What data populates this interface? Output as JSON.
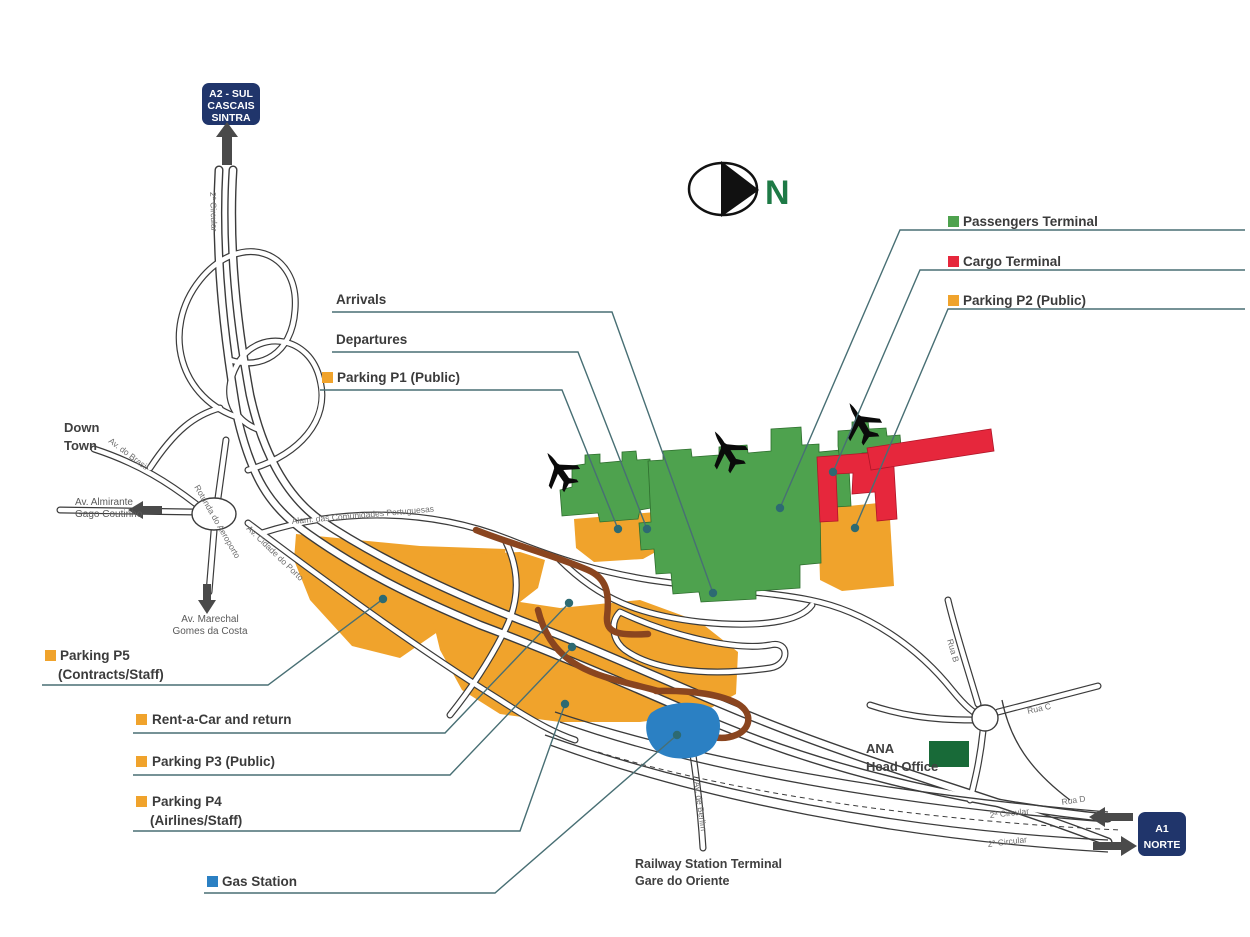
{
  "colors": {
    "terminal_green": "#4EA24E",
    "cargo_red": "#E6273C",
    "parking_orange": "#F0A32C",
    "gas_blue": "#2B80C3",
    "ana_green": "#186A38",
    "sign_navy": "#20356B",
    "leader_teal": "#486F74",
    "ramp_brown": "#8A451F",
    "compass_n_green": "#1E7A46"
  },
  "signs": {
    "a2_line1": "A2 - SUL",
    "a2_line2": "CASCAIS",
    "a2_line3": "SINTRA",
    "a1_line1": "A1",
    "a1_line2": "NORTE"
  },
  "compass_n": "N",
  "legend": {
    "passengers": "Passengers Terminal",
    "cargo": "Cargo Terminal",
    "p2": "Parking P2 (Public)",
    "arrivals": "Arrivals",
    "departures": "Departures",
    "p1": "Parking P1 (Public)",
    "p5a": "Parking P5",
    "p5b": "(Contracts/Staff)",
    "rentacar": "Rent-a-Car and return",
    "p3": "Parking P3 (Public)",
    "p4a": "Parking P4",
    "p4b": "(Airlines/Staff)",
    "gas": "Gas Station"
  },
  "places": {
    "downtown1": "Down",
    "downtown2": "Town",
    "gago1": "Av. Almirante",
    "gago2": "Gago Coutinho",
    "marechal1": "Av. Marechal",
    "marechal2": "Gomes da Costa",
    "ana1": "ANA",
    "ana2": "Head Office",
    "railway1": "Railway Station Terminal",
    "railway2": "Gare do Oriente"
  },
  "roads": {
    "circular_nw": "2ª Circular",
    "brasil": "Av. do Brasil",
    "rotunda": "Rotunda do Aeroporto",
    "cidade_porto": "Av. Cidade do Porto",
    "alameda": "Alam. das Comunidades Portuguesas",
    "rua_b": "Rua B",
    "rua_c": "Rua C",
    "rua_d": "Rua D",
    "circular_se1": "2ª Circular",
    "circular_se2": "2ª Circular",
    "berlim": "Av. de Berlim"
  }
}
